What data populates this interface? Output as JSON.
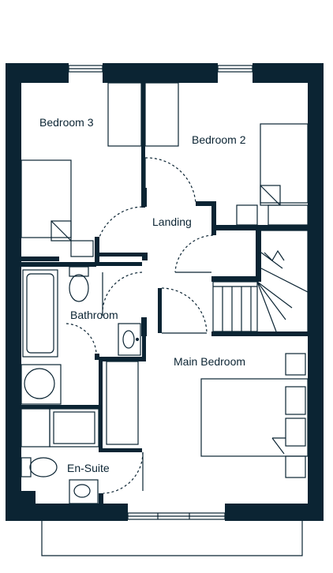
{
  "colors": {
    "wall": "#0b2433",
    "fixture_stroke": "#0b2433",
    "background": "#ffffff"
  },
  "rooms": {
    "bedroom3": "Bedroom 3",
    "bedroom2": "Bedroom 2",
    "landing": "Landing",
    "bathroom": "Bathroom",
    "main_bedroom": "Main Bedroom",
    "en_suite": "En-Suite"
  }
}
